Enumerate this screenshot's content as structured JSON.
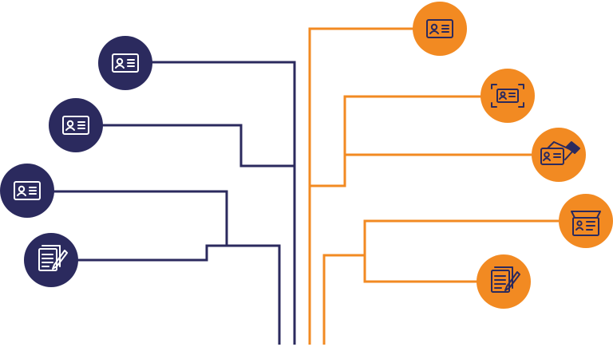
{
  "colors": {
    "navy": "#2b2a5e",
    "orange": "#f28a22",
    "background": "#ffffff"
  },
  "left_nodes": [
    {
      "id": "id-card-1",
      "icon": "id-card-icon"
    },
    {
      "id": "id-card-2",
      "icon": "id-card-icon"
    },
    {
      "id": "id-card-3",
      "icon": "id-card-icon"
    },
    {
      "id": "signed-document",
      "icon": "document-pen-icon"
    }
  ],
  "right_nodes": [
    {
      "id": "id-card",
      "icon": "id-card-icon"
    },
    {
      "id": "id-card-scan",
      "icon": "id-card-scan-icon"
    },
    {
      "id": "id-card-swipe",
      "icon": "id-card-swipe-icon"
    },
    {
      "id": "id-card-holder",
      "icon": "id-card-wallet-icon"
    },
    {
      "id": "signed-document",
      "icon": "document-pen-icon"
    }
  ]
}
